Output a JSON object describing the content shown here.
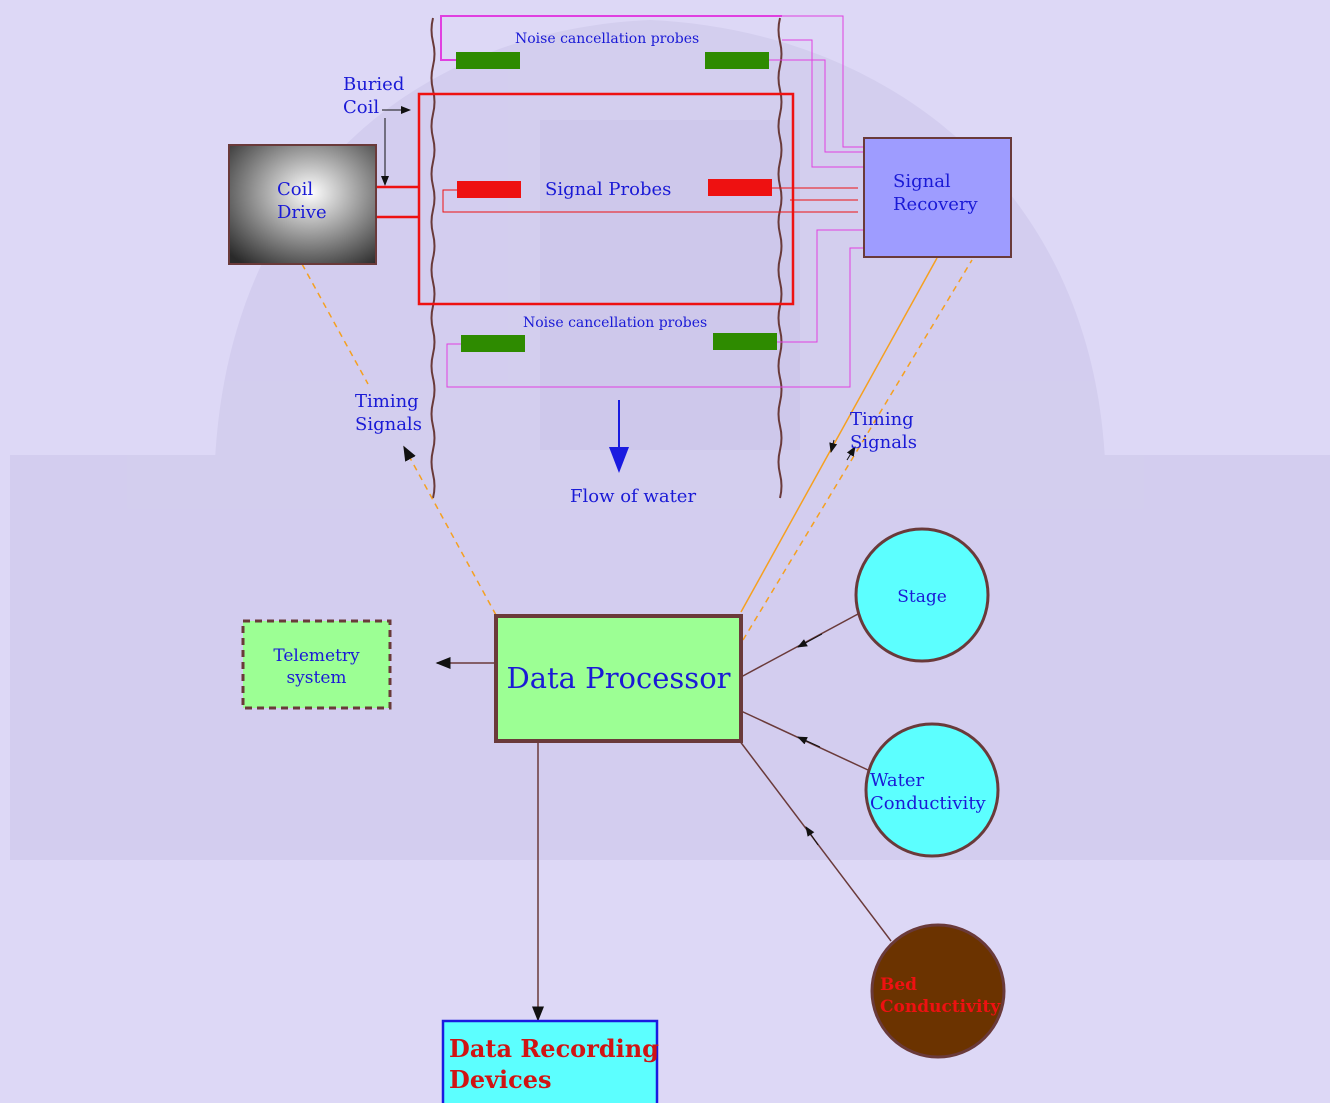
{
  "coil": {
    "label_line1": "Buried",
    "label_line2": "Coil"
  },
  "coil_drive": {
    "line1": "Coil",
    "line2": "Drive"
  },
  "noise_top": "Noise cancellation probes",
  "noise_bottom": "Noise cancellation probes",
  "signal_probes": "Signal Probes",
  "signal_recovery": {
    "line1": "Signal",
    "line2": "Recovery"
  },
  "timing_left": {
    "line1": "Timing",
    "line2": "Signals"
  },
  "timing_right": {
    "line1": "Timing",
    "line2": "Signals"
  },
  "flow": "Flow of water",
  "telemetry": {
    "line1": "Telemetry",
    "line2": "system"
  },
  "processor": "Data Processor",
  "stage": "Stage",
  "water_cond": {
    "line1": "Water",
    "line2": "Conductivity"
  },
  "bed_cond": {
    "line1": "Bed",
    "line2": "Conductivity"
  },
  "recording": {
    "line1": "Data Recording",
    "line2": "Devices"
  },
  "colors": {
    "text": "#1a1ad6",
    "coil_red": "#ee1111",
    "probe_green": "#2e8b00",
    "magenta": "#e040e0",
    "orange": "#f5a020",
    "brown_line": "#6a3a3a",
    "processor_fill": "#9cff94",
    "cyan": "#5cffff",
    "signal_recovery_fill": "#9e9cff",
    "bed_fill": "#6b3300"
  }
}
